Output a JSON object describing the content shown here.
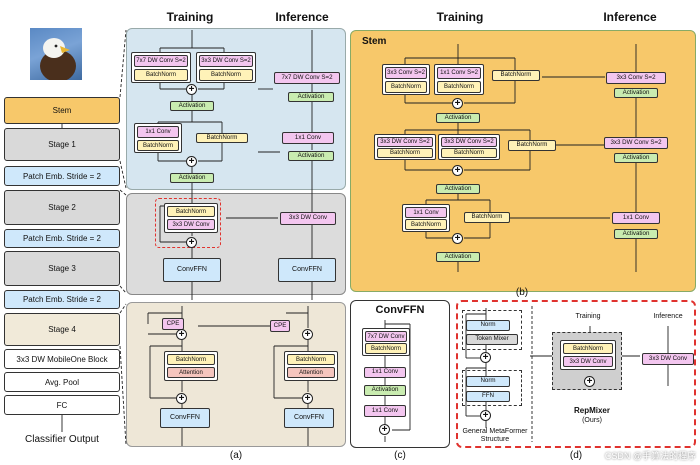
{
  "headers": {
    "training_a": "Training",
    "inference_a": "Inference",
    "training_b": "Training",
    "inference_b": "Inference"
  },
  "stages": {
    "stem": "Stem",
    "stage1": "Stage 1",
    "patch1": "Patch Emb. Stride = 2",
    "stage2": "Stage 2",
    "patch2": "Patch Emb. Stride = 2",
    "stage3": "Stage 3",
    "patch3": "Patch Emb. Stride = 2",
    "stage4": "Stage 4",
    "mobileone": "3x3 DW MobileOne Block",
    "avgpool": "Avg. Pool",
    "fc": "FC",
    "output": "Classifier Output"
  },
  "panel_a": {
    "conv7": "7x7 DW Conv S=2",
    "conv3": "3x3 DW Conv S=2",
    "bn": "BatchNorm",
    "act": "Activation",
    "conv1": "1x1 Conv",
    "inf_conv7": "7x7 DW Conv S=2",
    "inf_conv1": "1x1 Conv",
    "mix_bn": "BatchNorm",
    "mix_dw": "3x3 DW Conv",
    "inf_dw": "3x3 DW Conv",
    "convffn": "ConvFFN",
    "cpe": "CPE",
    "attn_bn": "BatchNorm",
    "attention": "Attention",
    "caption": "(a)"
  },
  "panel_b": {
    "stem_label": "Stem",
    "conv3": "3x3 Conv S=2",
    "conv1s": "1x1 Conv S=2",
    "bn": "BatchNorm",
    "act": "Activation",
    "dw3": "3x3 DW Conv S=2",
    "conv1": "1x1 Conv",
    "inf_conv3": "3x3 Conv S=2",
    "inf_dw3": "3x3 DW Conv S=2",
    "inf_conv1": "1x1 Conv",
    "caption": "(b)"
  },
  "panel_c": {
    "title": "ConvFFN",
    "dw7": "7x7 DW Conv",
    "bn": "BatchNorm",
    "conv1": "1x1 Conv",
    "act": "Activation",
    "caption": "(c)"
  },
  "panel_d": {
    "norm": "Norm",
    "token_mixer": "Token Mixer",
    "ffn": "FFN",
    "meta": "General MetaFormer Structure",
    "training": "Training",
    "inference": "Inference",
    "bn": "BatchNorm",
    "dw": "3x3 DW Conv",
    "inf_dw": "3x3 DW Conv",
    "repmixer": "RepMixer",
    "ours": "(Ours)",
    "caption": "(d)"
  },
  "watermark": "CSDN @手算法的程序"
}
